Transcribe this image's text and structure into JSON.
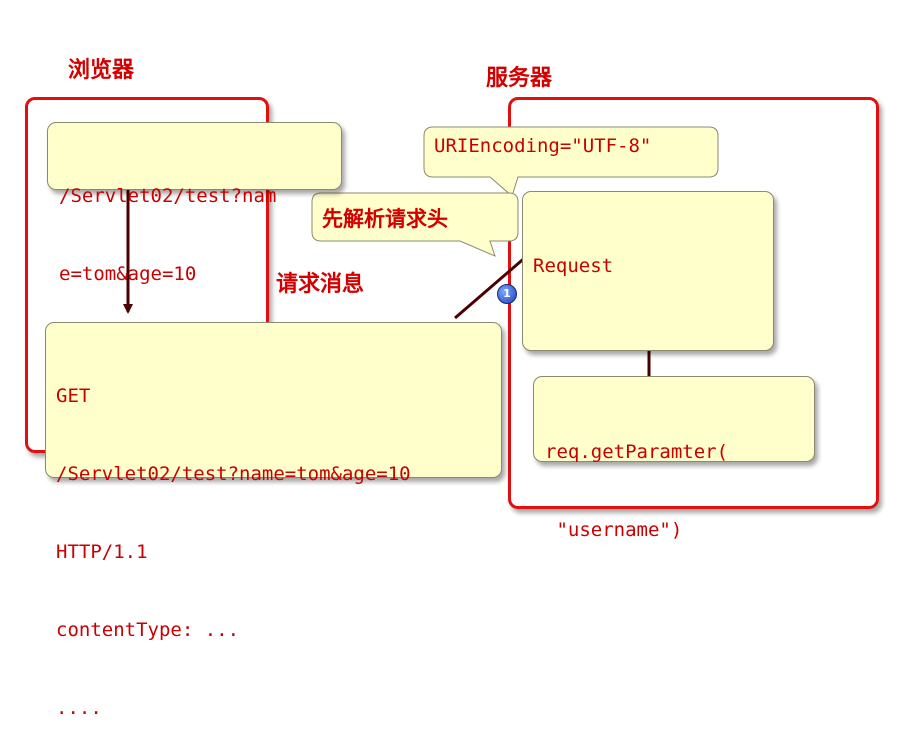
{
  "labels": {
    "browser": "浏览器",
    "server": "服务器",
    "request_message": "请求消息"
  },
  "browser_url_note": {
    "lines": [
      "/Servlet02/test?nam",
      "e=tom&age=10"
    ]
  },
  "http_request_note": {
    "lines": [
      "GET",
      "/Servlet02/test?name=tom&age=10",
      "HTTP/1.1",
      "contentType: ...",
      "...."
    ]
  },
  "uri_encoding_note": {
    "text": "URIEncoding=\"UTF-8\""
  },
  "parse_header_callout": {
    "text": "先解析请求头"
  },
  "request_note": {
    "text": "Request"
  },
  "getparam_note": {
    "lines": [
      "req.getParamter(",
      " \"username\")"
    ]
  },
  "step_badge": {
    "text": "1"
  },
  "colors": {
    "frame": "#e01010",
    "label": "#d40000",
    "note_fill": "#ffffcc",
    "arrow": "#4a0000"
  }
}
